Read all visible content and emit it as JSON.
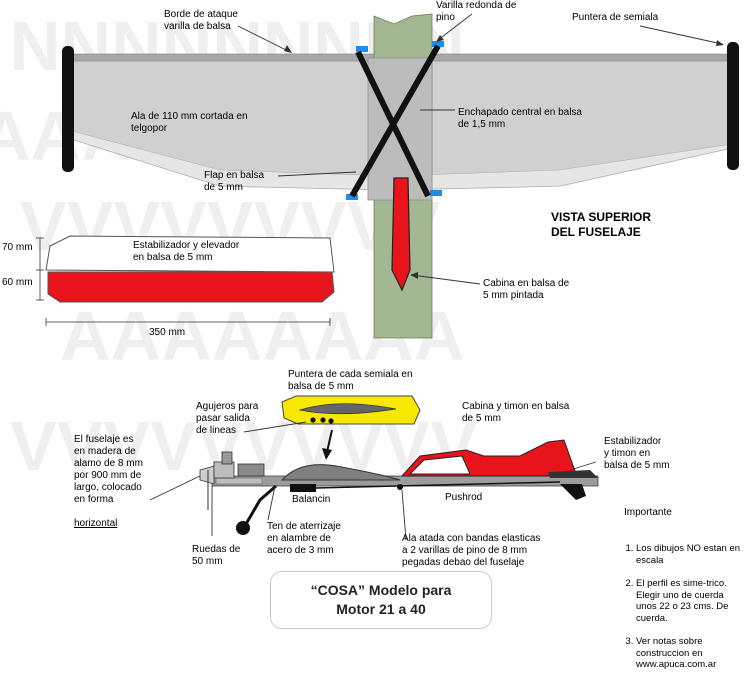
{
  "labels": {
    "borde_ataque": "Borde de ataque\nvarilla de balsa",
    "varilla_pino": "Varilla redonda de\npino",
    "puntera_semiala": "Puntera de semiala",
    "ala": "Ala de 110  mm cortada en\ntelgopor",
    "enchapado": "Enchapado central en balsa\nde 1,5 mm",
    "flap": "Flap en balsa\nde 5 mm",
    "vista_superior": "VISTA SUPERIOR\nDEL FUSELAJE",
    "estabilizador_elevador": "Estabilizador y elevador\nen balsa de 5 mm",
    "dim_70": "70 mm",
    "dim_60": "60 mm",
    "dim_350": "350 mm",
    "cabina_top": "Cabina  en balsa de\n5 mm pintada",
    "puntera_cada": "Puntera de cada semiala en\nbalsa de 5 mm",
    "agujeros": "Agujeros para\npasar salida\nde lineas",
    "cabina_timon": "Cabina y timon en balsa\nde 5 mm",
    "estabilizador_timon": "Estabilizador\ny timon en\nbalsa de 5 mm",
    "fuselaje_a": "El fuselaje es\nen madera de\nalamo de 8 mm\npor 900 mm de\nlargo, colocado\nen forma",
    "fuselaje_b": "horizontal",
    "balancin": "Balancin",
    "pushrod": "Pushrod",
    "tren": "Ten de aterrizaje\nen alambre de\nacero de 3 mm",
    "ala_atada": "Ala atada con bandas elasticas\na 2 varillas de pino de 8 mm\npegadas debao del fuselaje",
    "ruedas": "Ruedas de\n50 mm",
    "importante": "Importante"
  },
  "notes": [
    "Los dibujos NO estan en escala",
    "El perfil  es sime-trico. Elegir uno de cuerda unos 22 o 23 cms. De cuerda.",
    "Ver notas sobre construccion en www.apuca.com.ar"
  ],
  "title_box": {
    "line1": "“COSA” Modelo para",
    "line2": "Motor 21 a 40"
  },
  "colors": {
    "wing_gray": "#c9c9c9",
    "center_gray": "#b8b8b8",
    "fuselage_green": "#9fb58e",
    "red": "#e8141c",
    "yellow": "#f8e800",
    "blue_tab": "#1e90ff",
    "black": "#000000"
  }
}
